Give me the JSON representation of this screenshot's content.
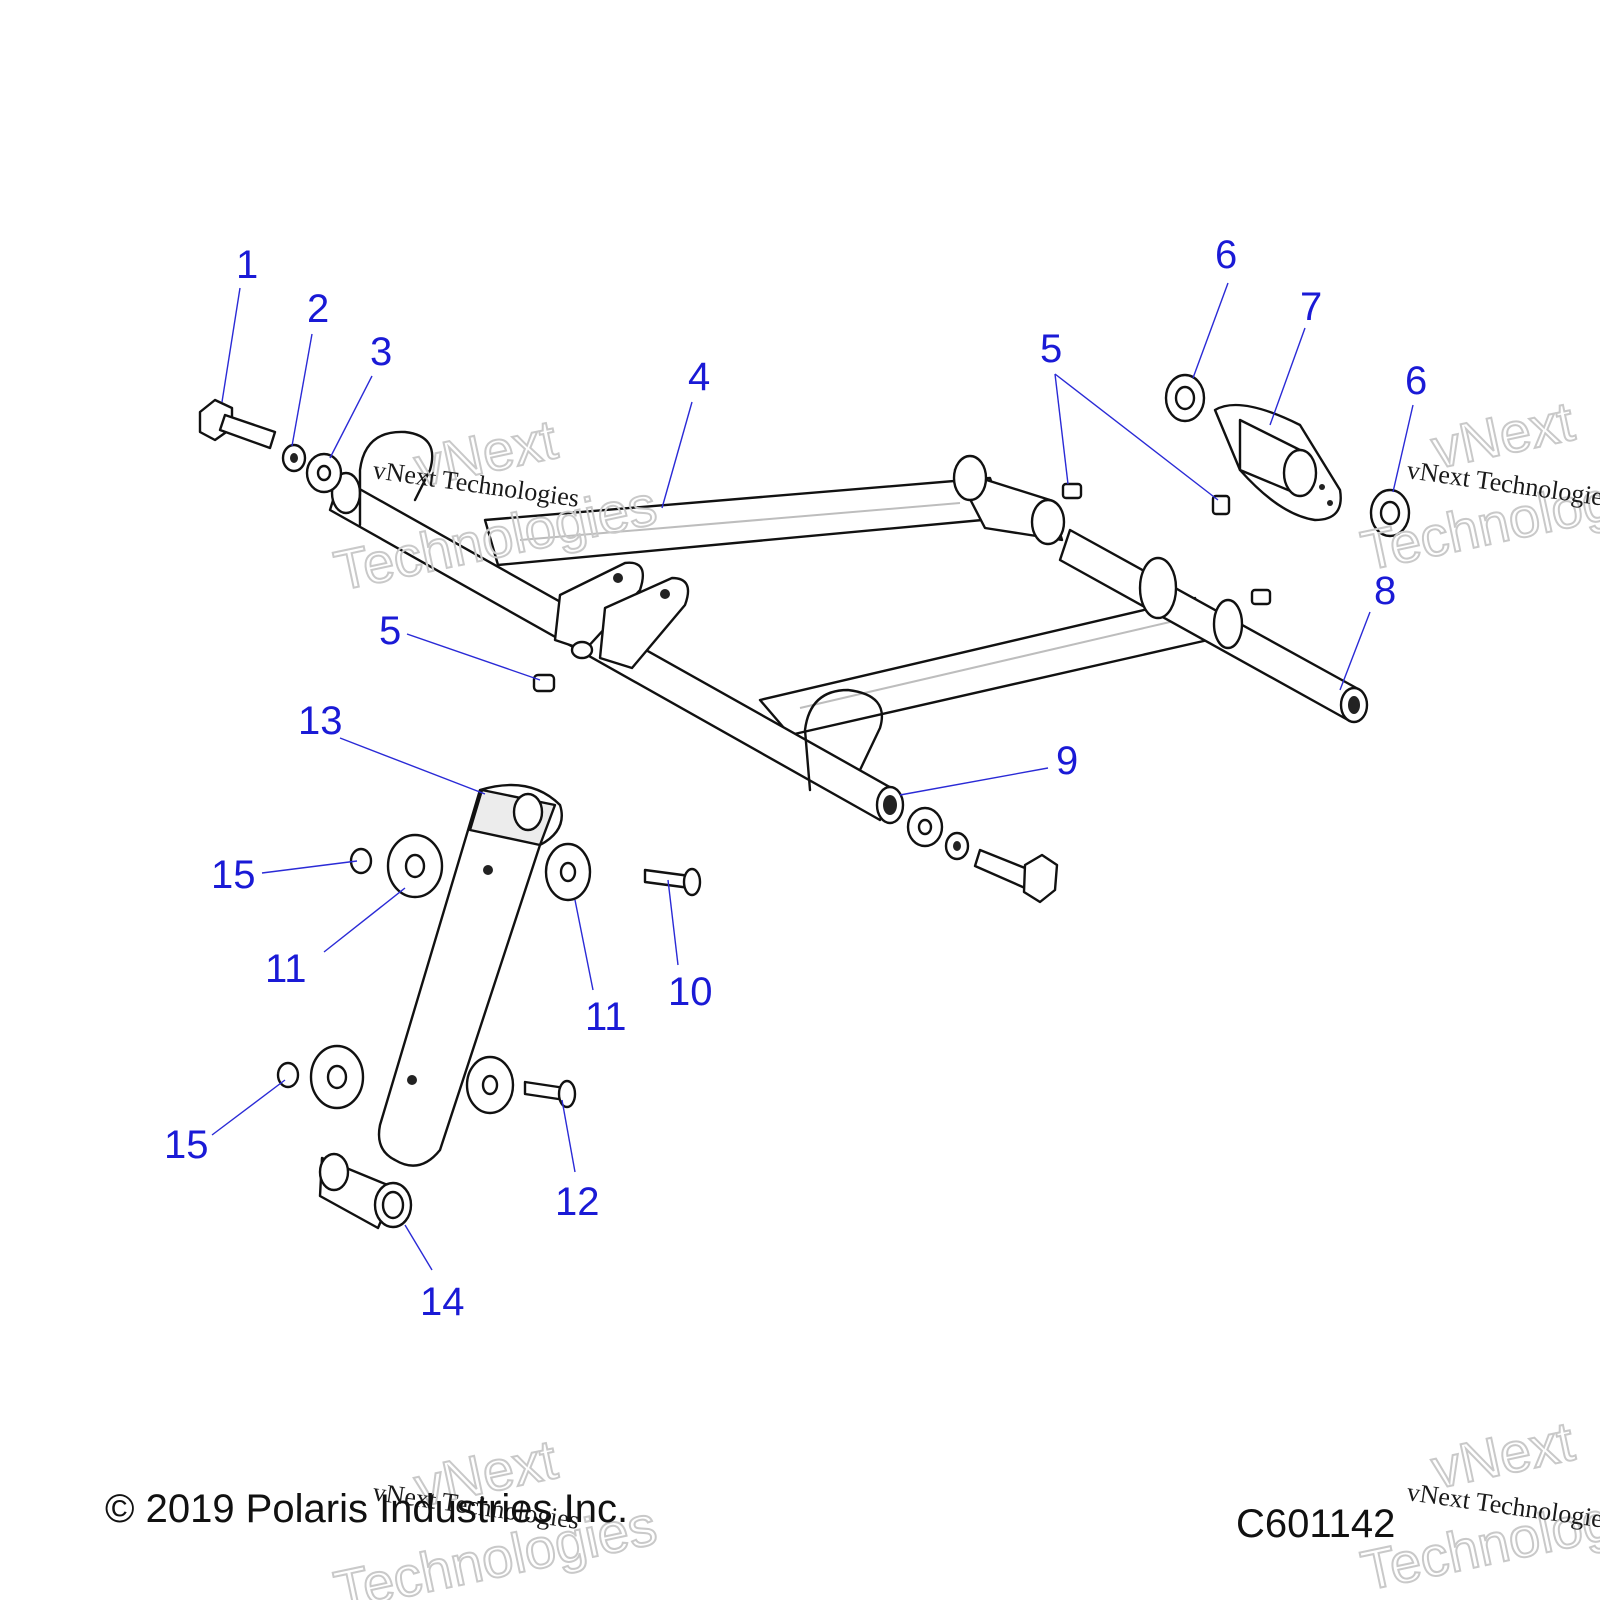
{
  "callouts": [
    {
      "id": "1",
      "label": "1"
    },
    {
      "id": "2",
      "label": "2"
    },
    {
      "id": "3",
      "label": "3"
    },
    {
      "id": "4",
      "label": "4"
    },
    {
      "id": "5a",
      "label": "5"
    },
    {
      "id": "5b",
      "label": "5"
    },
    {
      "id": "6a",
      "label": "6"
    },
    {
      "id": "6b",
      "label": "6"
    },
    {
      "id": "7",
      "label": "7"
    },
    {
      "id": "8",
      "label": "8"
    },
    {
      "id": "9",
      "label": "9"
    },
    {
      "id": "10",
      "label": "10"
    },
    {
      "id": "11a",
      "label": "11"
    },
    {
      "id": "11b",
      "label": "11"
    },
    {
      "id": "12",
      "label": "12"
    },
    {
      "id": "13",
      "label": "13"
    },
    {
      "id": "14",
      "label": "14"
    },
    {
      "id": "15a",
      "label": "15"
    },
    {
      "id": "15b",
      "label": "15"
    }
  ],
  "footer": {
    "copyright": "© 2019 Polaris Industries Inc.",
    "code": "C601142"
  },
  "watermark": {
    "small": "vNext Technologies",
    "line1": "vNext",
    "line2": "Technologies"
  },
  "colors": {
    "callout": "#1a1ad6",
    "line": "#111111"
  }
}
